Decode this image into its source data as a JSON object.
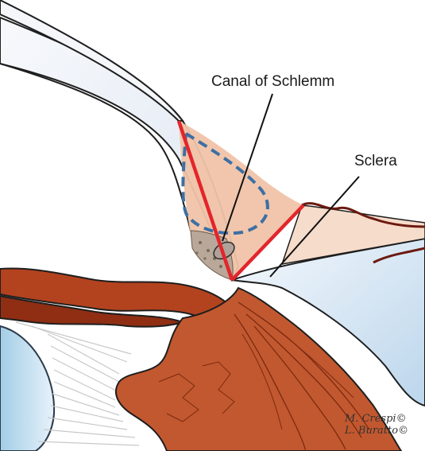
{
  "labels": {
    "canal": "Canal of Schlemm",
    "sclera": "Sclera"
  },
  "signature": {
    "line1": "M. Crespi©",
    "line2": "L. Buratto©"
  },
  "colors": {
    "cornea_light": "#eef2f8",
    "cornea_edge": "#1e1e1e",
    "flap_fill": "#f1c6ad",
    "incision_red": "#e2262b",
    "dashed_blue": "#3d6fa3",
    "iris_dark": "#8a2f16",
    "iris_mid": "#c85a30",
    "ciliary": "#b9532b",
    "sclera_blue": "#cfe0f0",
    "lens_blue": "#a9cfe6"
  }
}
